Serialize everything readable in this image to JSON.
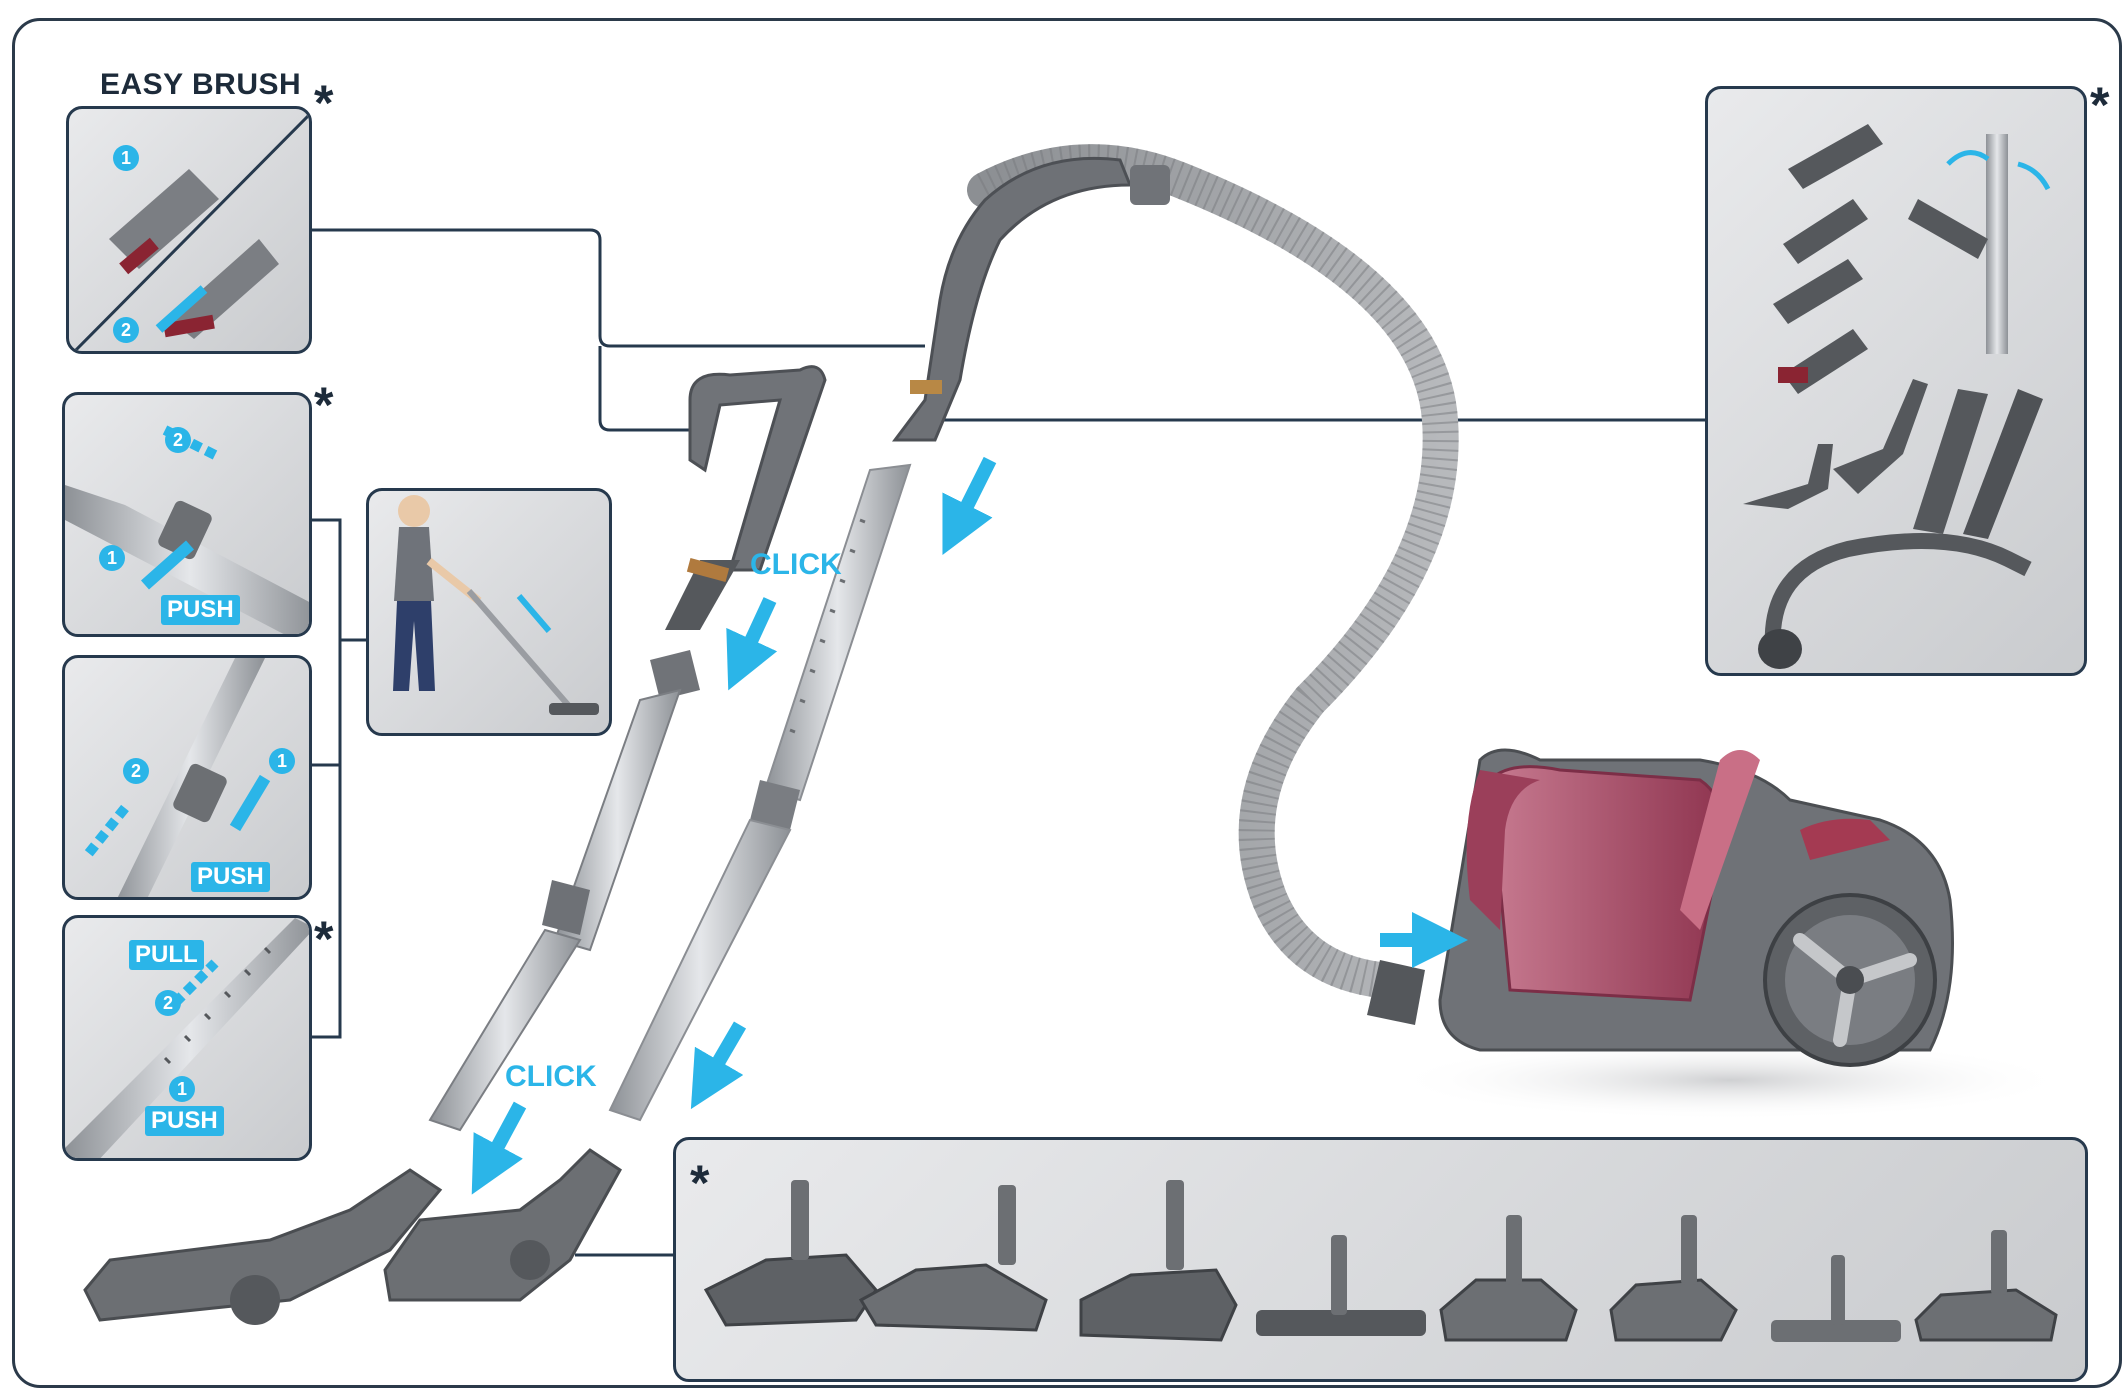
{
  "labels": {
    "easy_brush": "EASY BRUSH",
    "asterisk": "*",
    "click": "CLICK",
    "push": "PUSH",
    "pull": "PULL",
    "step1": "1",
    "step2": "2"
  },
  "colors": {
    "accent": "#2bb5e8",
    "outline": "#26394d",
    "body_pink": "#b25872",
    "metal": "#9a9da2"
  }
}
